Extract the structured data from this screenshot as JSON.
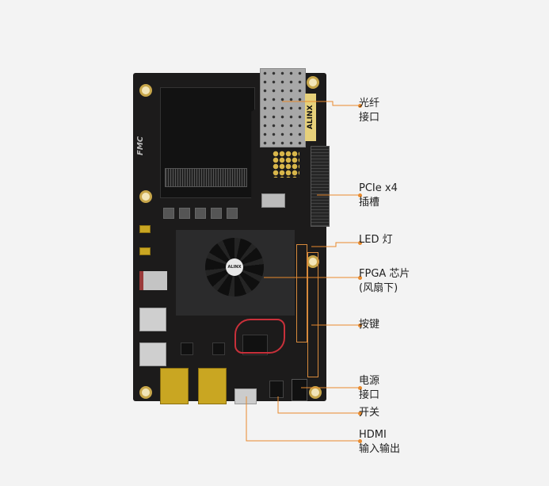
{
  "image": {
    "subject": "ALINX FPGA development board top view with annotated components",
    "background_color": "#f3f3f3",
    "accent_color": "#e88a2d",
    "board_silkscreen": {
      "brand": "ALINX",
      "fmc_label": "FMC",
      "fan_logo": "ALINX"
    }
  },
  "callouts": [
    {
      "id": "fiber",
      "line1": "光纤",
      "line2": "接口"
    },
    {
      "id": "pcie",
      "line1": "PCIe x4",
      "line2": "插槽"
    },
    {
      "id": "led",
      "line1": "LED 灯",
      "line2": ""
    },
    {
      "id": "fpga",
      "line1": "FPGA 芯片",
      "line2": "(风扇下)"
    },
    {
      "id": "keys",
      "line1": "按键",
      "line2": ""
    },
    {
      "id": "power",
      "line1": "电源",
      "line2": "接口"
    },
    {
      "id": "switch",
      "line1": "开关",
      "line2": ""
    },
    {
      "id": "hdmi",
      "line1": "HDMI",
      "line2": "输入输出"
    }
  ]
}
